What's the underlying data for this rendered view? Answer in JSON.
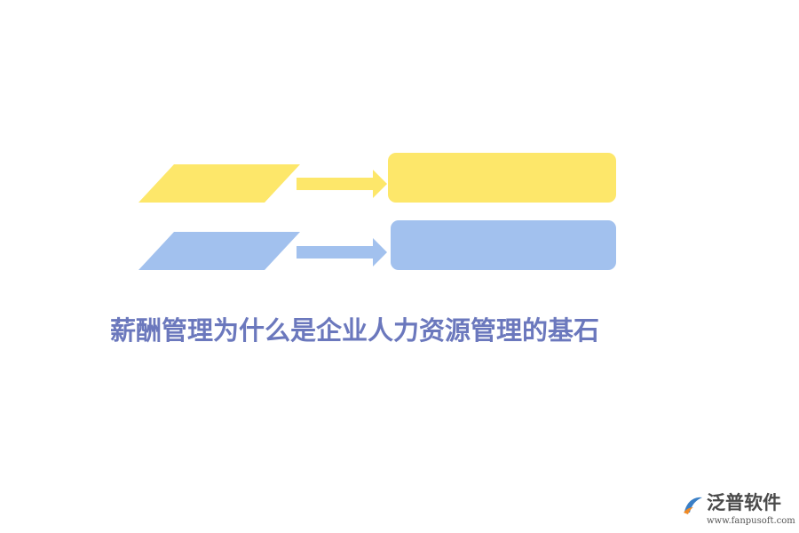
{
  "title": "薪酬管理为什么是企业人力资源管理的基石",
  "colors": {
    "yellow": "#fde76a",
    "blue": "#a2c1ee",
    "title": "#6b78bd",
    "logo_orange": "#f08a24",
    "logo_blue": "#3a7fc6"
  },
  "logo": {
    "name": "泛普软件",
    "url": "www.fanpusoft.com"
  }
}
